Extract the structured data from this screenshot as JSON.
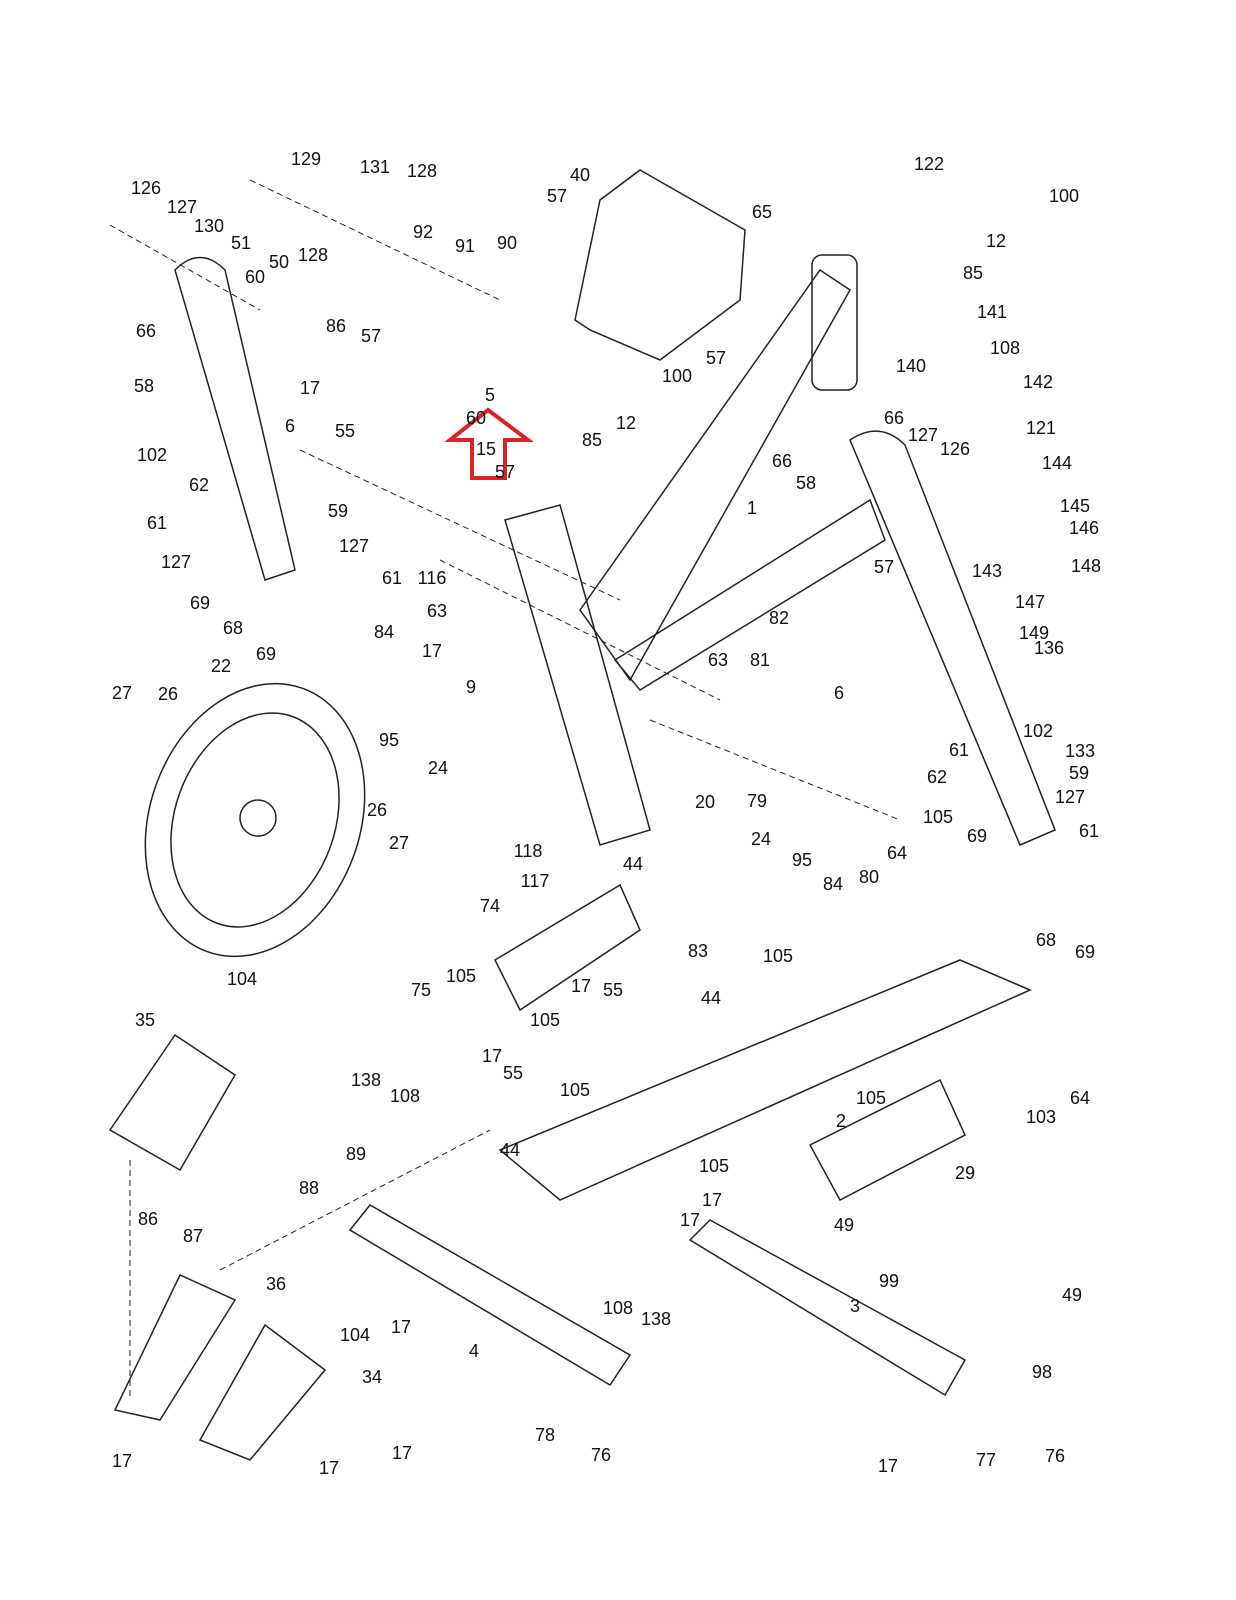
{
  "diagram": {
    "highlight_color": "#d9232a",
    "highlighted_part": "15",
    "part_labels": [
      "126",
      "127",
      "129",
      "131",
      "128",
      "130",
      "51",
      "50",
      "128",
      "92",
      "91",
      "90",
      "40",
      "57",
      "122",
      "100",
      "65",
      "12",
      "85",
      "60",
      "66",
      "86",
      "57",
      "57",
      "58",
      "140",
      "141",
      "108",
      "142",
      "100",
      "5",
      "60",
      "15",
      "57",
      "17",
      "55",
      "102",
      "6",
      "12",
      "85",
      "66",
      "66",
      "127",
      "126",
      "121",
      "58",
      "144",
      "1",
      "145",
      "146",
      "62",
      "59",
      "61",
      "127",
      "127",
      "61",
      "116",
      "63",
      "143",
      "148",
      "57",
      "147",
      "69",
      "68",
      "69",
      "84",
      "17",
      "82",
      "149",
      "136",
      "63",
      "81",
      "9",
      "6",
      "102",
      "22",
      "27",
      "26",
      "95",
      "24",
      "133",
      "59",
      "62",
      "61",
      "79",
      "118",
      "127",
      "44",
      "20",
      "24",
      "95",
      "84",
      "26",
      "27",
      "74",
      "105",
      "69",
      "61",
      "64",
      "80",
      "117",
      "68",
      "69",
      "83",
      "105",
      "75",
      "104",
      "105",
      "17",
      "55",
      "44",
      "35",
      "105",
      "17",
      "55",
      "105",
      "105",
      "103",
      "64",
      "138",
      "108",
      "89",
      "2",
      "29",
      "44",
      "105",
      "17",
      "17",
      "88",
      "86",
      "87",
      "49",
      "36",
      "17",
      "104",
      "3",
      "99",
      "49",
      "108",
      "138",
      "4",
      "34",
      "98",
      "78",
      "76",
      "17",
      "17",
      "17",
      "77",
      "17",
      "76"
    ]
  }
}
